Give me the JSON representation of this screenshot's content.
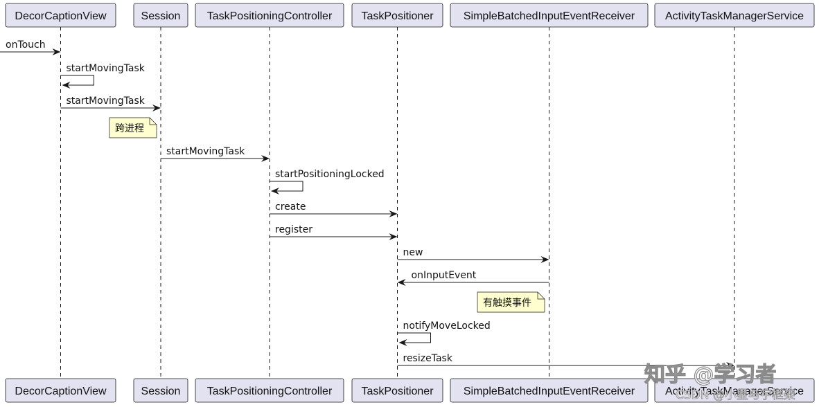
{
  "participants": [
    {
      "id": "decor",
      "label": "DecorCaptionView"
    },
    {
      "id": "session",
      "label": "Session"
    },
    {
      "id": "tpc",
      "label": "TaskPositioningController"
    },
    {
      "id": "tp",
      "label": "TaskPositioner"
    },
    {
      "id": "sbier",
      "label": "SimpleBatchedInputEventReceiver"
    },
    {
      "id": "atms",
      "label": "ActivityTaskManagerService"
    }
  ],
  "messages": [
    {
      "from": "external",
      "to": "decor",
      "label": "onTouch"
    },
    {
      "from": "decor",
      "to": "decor",
      "label": "startMovingTask"
    },
    {
      "from": "decor",
      "to": "session",
      "label": "startMovingTask"
    },
    {
      "from": "session",
      "to": "tpc",
      "label": "startMovingTask"
    },
    {
      "from": "tpc",
      "to": "tpc",
      "label": "startPositioningLocked"
    },
    {
      "from": "tpc",
      "to": "tp",
      "label": "create"
    },
    {
      "from": "tpc",
      "to": "tp",
      "label": "register"
    },
    {
      "from": "tp",
      "to": "sbier",
      "label": "new"
    },
    {
      "from": "sbier",
      "to": "tp",
      "label": "onInputEvent"
    },
    {
      "from": "tp",
      "to": "tp",
      "label": "notifyMoveLocked"
    },
    {
      "from": "tp",
      "to": "atms",
      "label": "resizeTask"
    }
  ],
  "notes": [
    {
      "over": "session",
      "text": "跨进程"
    },
    {
      "over": "sbier",
      "text": "有触摸事件"
    }
  ],
  "watermark": {
    "primary": "知乎 @学习者",
    "secondary": "CSDN @小星与宇框架"
  },
  "colors": {
    "participant_fill": "#e2e2f0",
    "participant_border": "#181818",
    "note_fill": "#fefece",
    "note_border": "#181818",
    "line": "#181818"
  }
}
